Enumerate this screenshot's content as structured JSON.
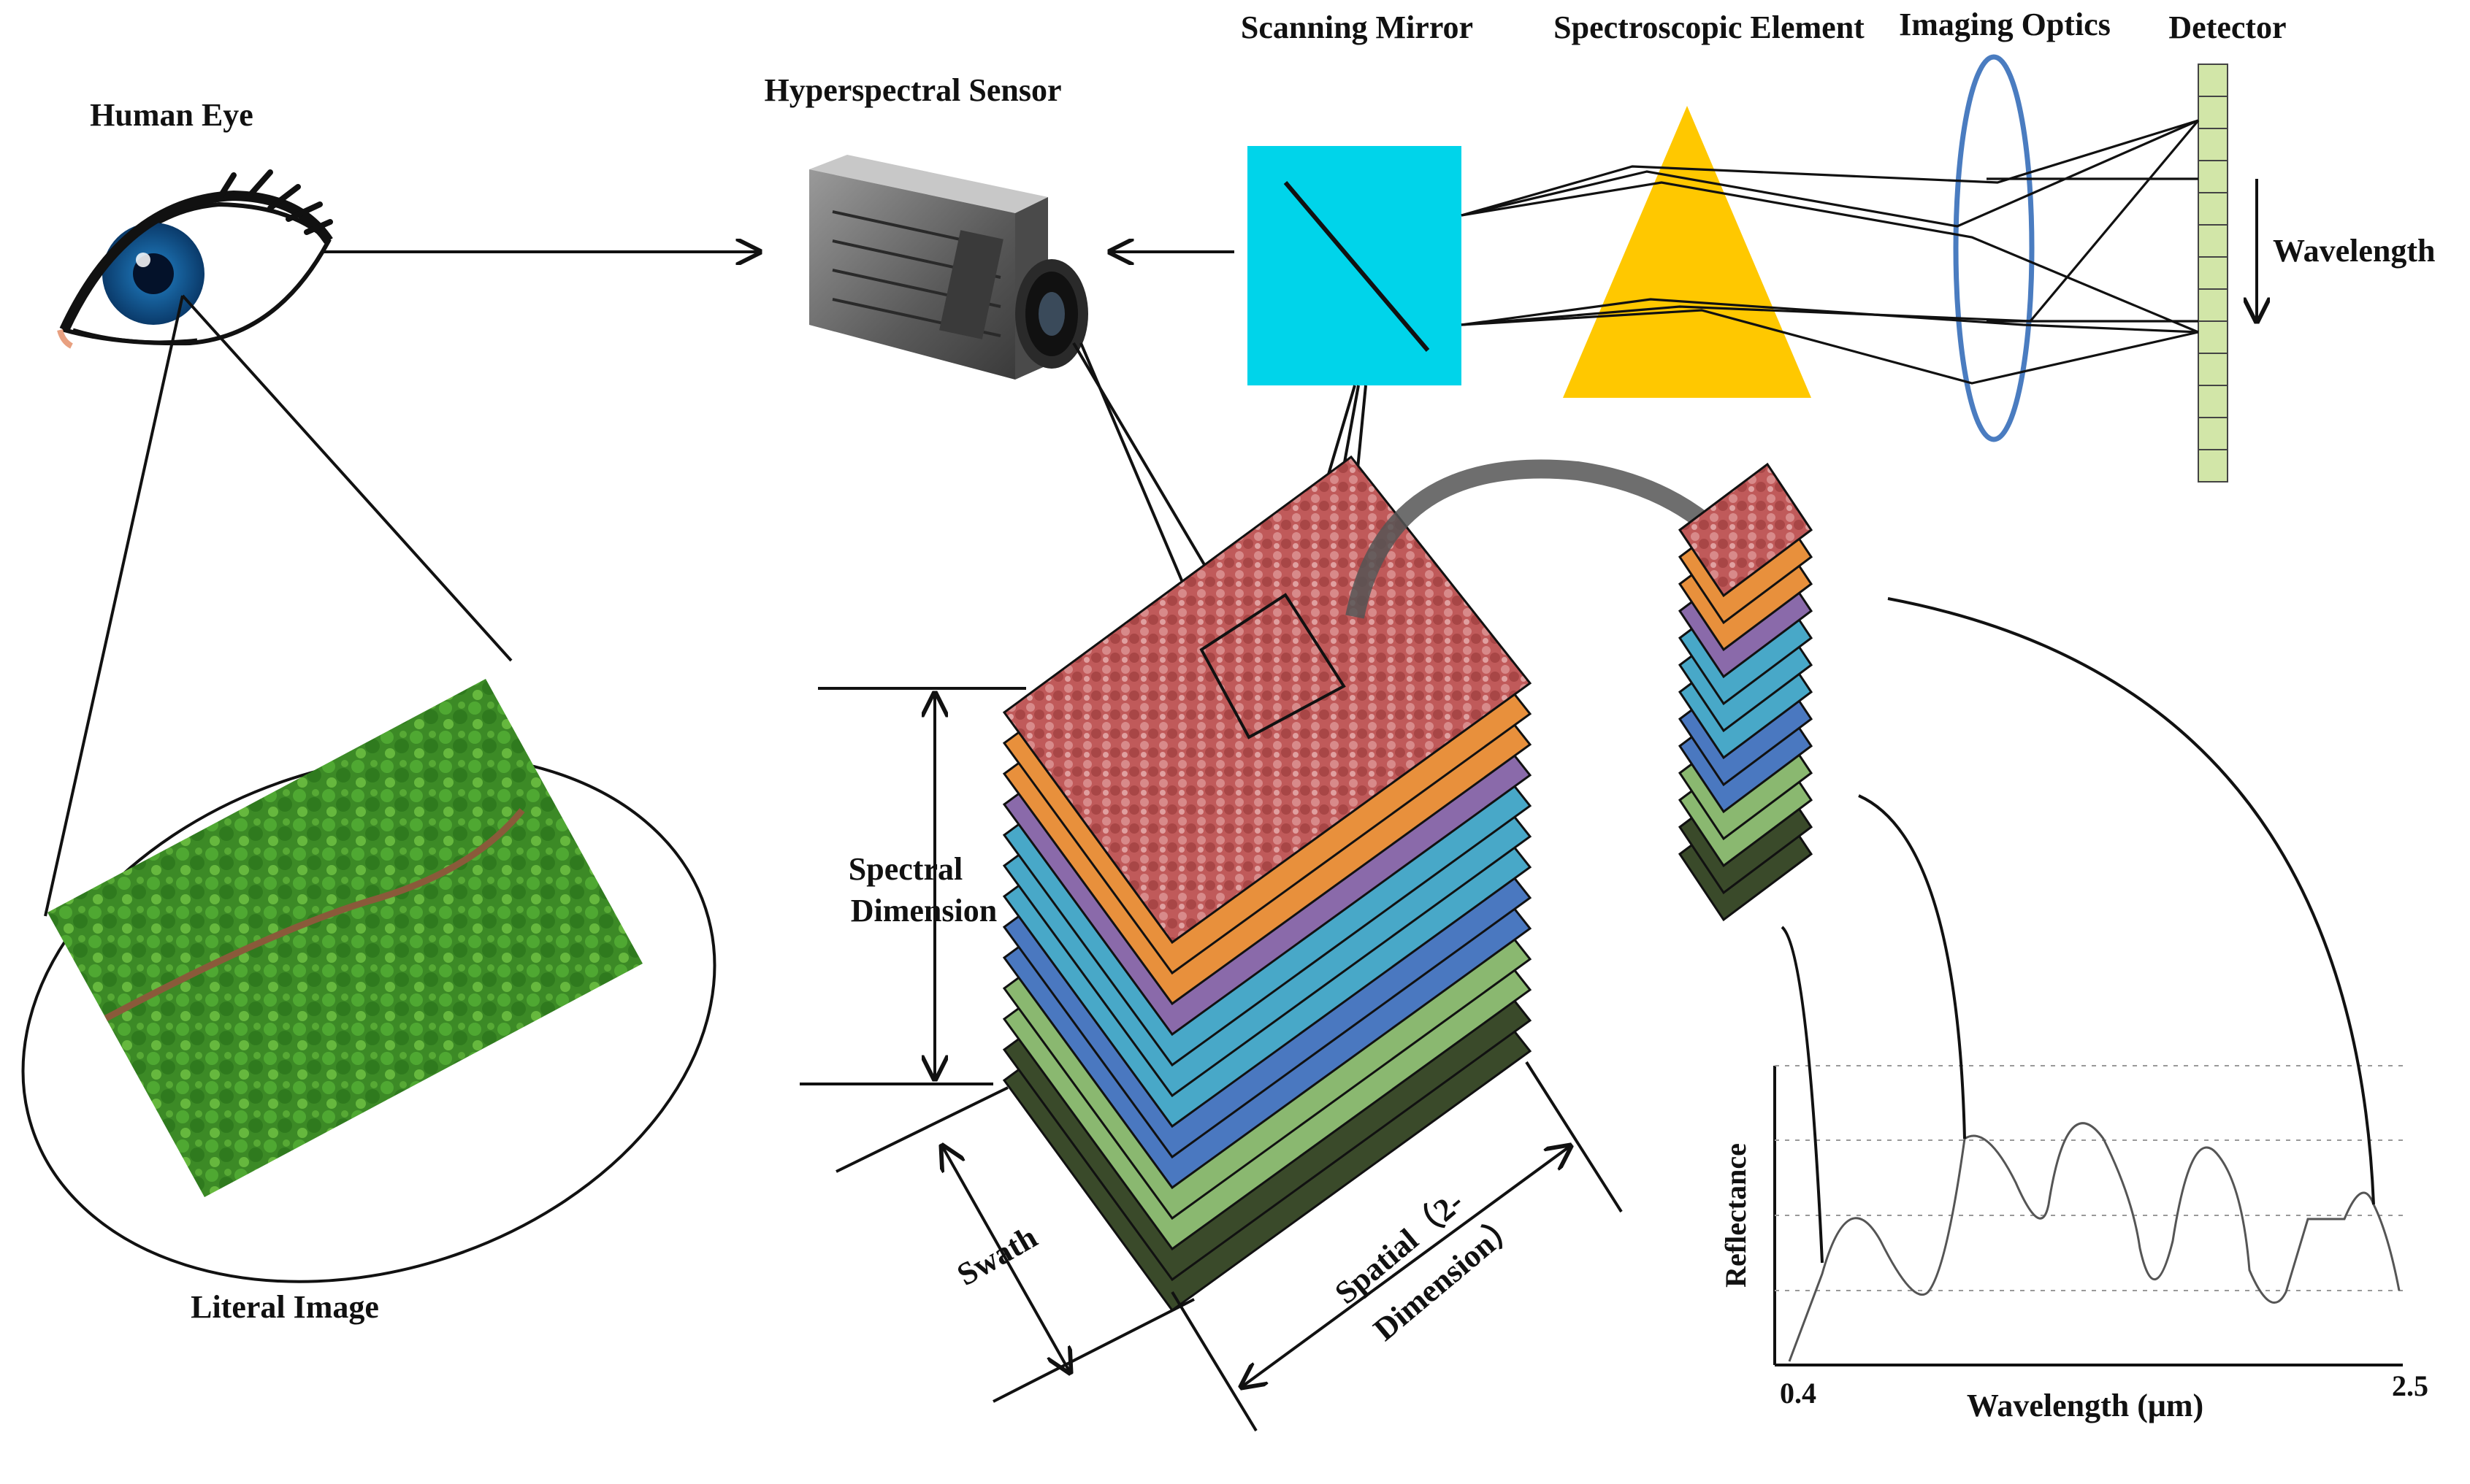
{
  "labels": {
    "human_eye": "Human Eye",
    "hyperspectral_sensor": "Hyperspectral Sensor",
    "scanning_mirror": "Scanning Mirror",
    "spectroscopic_element": "Spectroscopic Element",
    "imaging_optics": "Imaging Optics",
    "detector": "Detector",
    "wavelength_detector": "Wavelength",
    "spectral_dimension_line1": "Spectral",
    "spectral_dimension_line2": "Dimension",
    "swath": "Swath",
    "spatial_line1": "Spatial（2-",
    "spatial_line2": "Dimension）",
    "literal_image": "Literal Image"
  },
  "spectrum_chart": {
    "ylabel": "Reflectance",
    "xlabel": "Wavelength (μm)",
    "x_min_label": "0.4",
    "x_max_label": "2.5"
  },
  "colors": {
    "mirror": "#00d4ea",
    "prism": "#ffc800",
    "lens": "#4a7cc0",
    "detector": "#d2e6a8",
    "band_red": "#c05a5a",
    "band_orange": "#e8903c",
    "band_purple": "#8a6aaa",
    "band_cyan": "#48a8c8",
    "band_blue": "#4a78c0",
    "band_green": "#8ab870",
    "band_dark": "#3a4a2a",
    "forest": "#3a8a2a"
  }
}
